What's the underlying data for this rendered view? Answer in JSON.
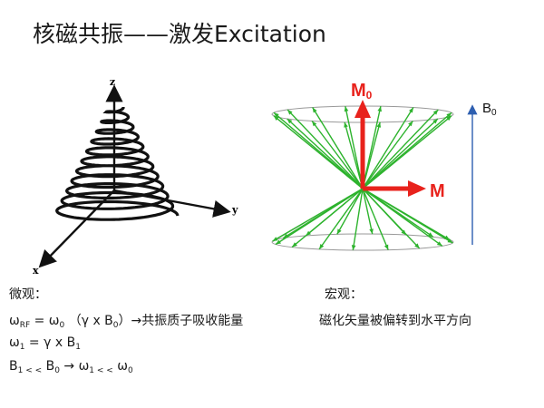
{
  "title": "核磁共振——激发Excitation",
  "left_figure": {
    "axis_z": "z",
    "axis_y": "y",
    "axis_x": "x"
  },
  "right_figure": {
    "label_M0": "M",
    "label_M0_sub": "0",
    "label_M": "M",
    "label_B0": "B",
    "label_B0_sub": "0"
  },
  "micro": {
    "heading": "微观：",
    "line1": {
      "prefix": "ω",
      "sub1": "RF",
      "mid1": " = ω",
      "sub2": "0",
      "mid2": " （γ x B",
      "sub3": "0",
      "suffix": "）→共振质子吸收能量"
    },
    "line2": {
      "prefix": "ω",
      "sub1": "1",
      "mid1": " = γ x B",
      "sub2": "1"
    },
    "line3": {
      "prefix": "B",
      "sub1": "1 < <",
      "mid1": " B",
      "sub2": "0",
      "mid2": " → ω",
      "sub3": "1 < <",
      "mid3": " ω",
      "sub4": "0"
    }
  },
  "macro": {
    "heading": "宏观：",
    "line1": "磁化矢量被偏转到水平方向"
  },
  "colors": {
    "red": "#e8221c",
    "green": "#2db32d",
    "blue": "#2e5fb0"
  }
}
